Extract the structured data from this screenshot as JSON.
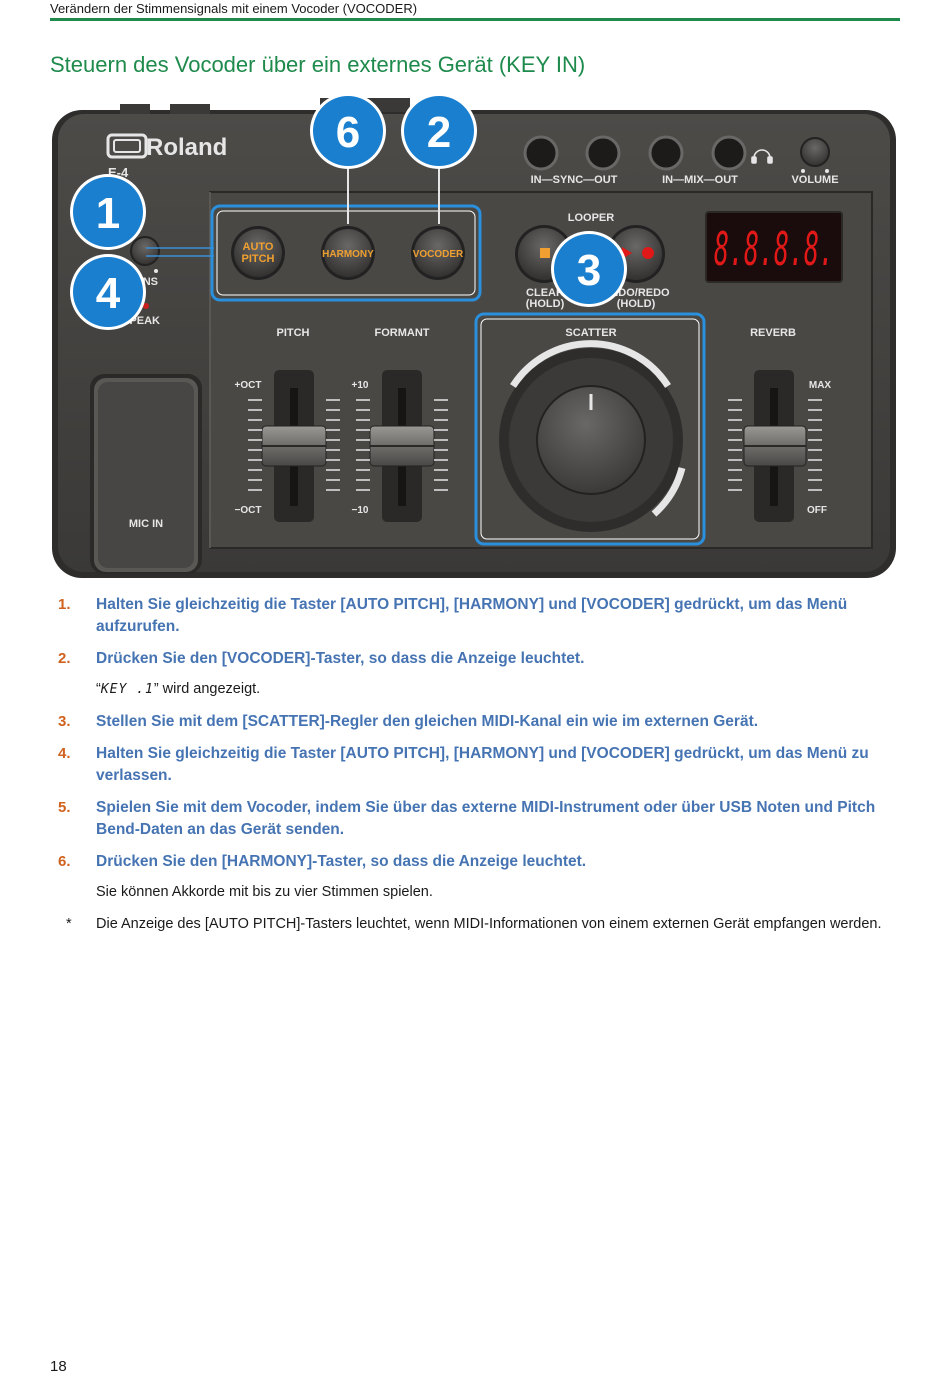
{
  "header": {
    "running_title": "Verändern der Stimmensignals mit einem Vocoder (VOCODER)"
  },
  "section": {
    "title": "Steuern des Vocoder über ein externes Gerät (KEY IN)"
  },
  "device": {
    "brand": "Roland",
    "model": "E-4",
    "jacks": {
      "sync": "IN—SYNC—OUT",
      "mix": "IN—MIX—OUT",
      "volume": "VOLUME"
    },
    "buttons": {
      "auto_pitch_line1": "AUTO",
      "auto_pitch_line2": "PITCH",
      "harmony": "HARMONY",
      "vocoder": "VOCODER"
    },
    "looper": {
      "label": "LOOPER",
      "clear_line1": "CLEAR",
      "clear_line2": "(HOLD)",
      "undo_line1": "UNDO/REDO",
      "undo_line2": "(HOLD)"
    },
    "display": "8.8.8.8.",
    "left_labels": {
      "sens": "SENS",
      "peak": "PEAK",
      "mic_in": "MIC IN"
    },
    "sliders": {
      "pitch": {
        "label": "PITCH",
        "top": "+OCT",
        "bottom": "−OCT"
      },
      "formant": {
        "label": "FORMANT",
        "top": "+10",
        "bottom": "−10"
      },
      "reverb": {
        "label": "REVERB",
        "top": "MAX",
        "bottom": "OFF"
      }
    },
    "scatter": "SCATTER",
    "callouts": [
      "1",
      "6",
      "2",
      "4",
      "3"
    ],
    "colors": {
      "callout_blue": "#1a7fce",
      "highlight_blue": "#2a8fdc",
      "button_orange": "#f0a030",
      "display_red": "#e01818"
    }
  },
  "steps": [
    {
      "number": "1.",
      "text": "Halten Sie gleichzeitig die Taster [AUTO PITCH], [HARMONY] und [VOCODER] gedrückt, um das Menü aufzurufen."
    },
    {
      "number": "2.",
      "text": "Drücken Sie den [VOCODER]-Taster, so dass die Anzeige leuchtet.",
      "note_open": "“",
      "note_display": "KEY .1",
      "note_rest": "” wird angezeigt."
    },
    {
      "number": "3.",
      "text": "Stellen Sie mit dem [SCATTER]-Regler den gleichen MIDI-Kanal ein wie im externen Gerät."
    },
    {
      "number": "4.",
      "text": "Halten Sie gleichzeitig die Taster [AUTO PITCH], [HARMONY] und [VOCODER] gedrückt, um das Menü zu verlassen."
    },
    {
      "number": "5.",
      "text": "Spielen Sie mit dem Vocoder, indem Sie über das externe MIDI-Instrument oder über USB Noten und Pitch Bend-Daten an das Gerät senden."
    },
    {
      "number": "6.",
      "text": "Drücken Sie den [HARMONY]-Taster, so dass die Anzeige leuchtet.",
      "note": "Sie können Akkorde mit bis zu vier Stimmen spielen."
    }
  ],
  "footnote": {
    "mark": "*",
    "text": "Die Anzeige des [AUTO PITCH]-Tasters leuchtet, wenn MIDI-Informationen von einem externen Gerät empfangen werden."
  },
  "page_number": "18"
}
